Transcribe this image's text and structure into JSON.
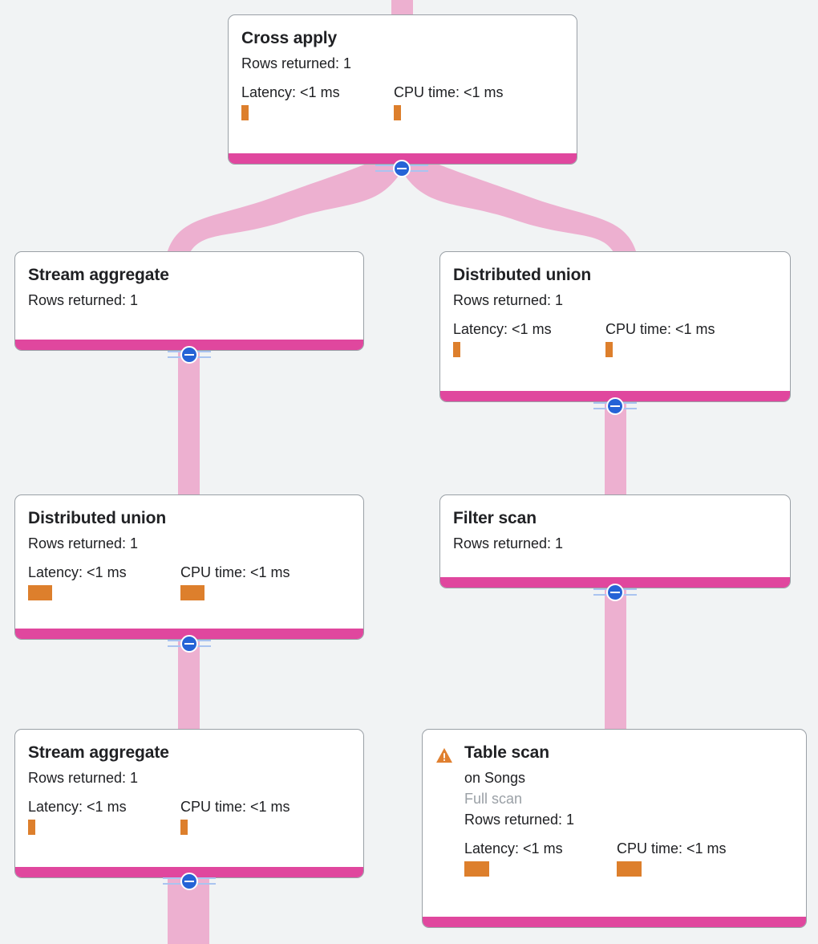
{
  "view": {
    "name": "query-execution-plan",
    "background_color": "#f1f3f4",
    "node_border_color": "#9aa0a6",
    "node_footer_color": "#e0479e",
    "edge_color": "#edb0d0",
    "metric_bar_color": "#dd7f2c",
    "toggle_color": "#2563d6",
    "warning_color": "#e08030"
  },
  "labels": {
    "rows_returned_prefix": "Rows returned:",
    "latency_prefix": "Latency:",
    "cpu_prefix": "CPU time:",
    "collapse_icon": "minus-circle-icon",
    "warning_icon": "warning-triangle-icon"
  },
  "nodes": [
    {
      "id": "cross-apply",
      "title": "Cross apply",
      "rows_returned": "Rows returned: 1",
      "latency": "Latency: <1 ms",
      "cpu_time": "CPU time: <1 ms",
      "latency_bar_width": 9,
      "cpu_bar_width": 9,
      "has_metrics": true,
      "has_warning": false,
      "subtitle": "",
      "detail": ""
    },
    {
      "id": "stream-aggregate-1",
      "title": "Stream aggregate",
      "rows_returned": "Rows returned: 1",
      "latency": "",
      "cpu_time": "",
      "latency_bar_width": 0,
      "cpu_bar_width": 0,
      "has_metrics": false,
      "has_warning": false,
      "subtitle": "",
      "detail": ""
    },
    {
      "id": "distributed-union-right",
      "title": "Distributed union",
      "rows_returned": "Rows returned: 1",
      "latency": "Latency: <1 ms",
      "cpu_time": "CPU time: <1 ms",
      "latency_bar_width": 9,
      "cpu_bar_width": 9,
      "has_metrics": true,
      "has_warning": false,
      "subtitle": "",
      "detail": ""
    },
    {
      "id": "distributed-union-left",
      "title": "Distributed union",
      "rows_returned": "Rows returned: 1",
      "latency": "Latency: <1 ms",
      "cpu_time": "CPU time: <1 ms",
      "latency_bar_width": 30,
      "cpu_bar_width": 30,
      "has_metrics": true,
      "has_warning": false,
      "subtitle": "",
      "detail": ""
    },
    {
      "id": "filter-scan",
      "title": "Filter scan",
      "rows_returned": "Rows returned: 1",
      "latency": "",
      "cpu_time": "",
      "latency_bar_width": 0,
      "cpu_bar_width": 0,
      "has_metrics": false,
      "has_warning": false,
      "subtitle": "",
      "detail": ""
    },
    {
      "id": "stream-aggregate-2",
      "title": "Stream aggregate",
      "rows_returned": "Rows returned: 1",
      "latency": "Latency: <1 ms",
      "cpu_time": "CPU time: <1 ms",
      "latency_bar_width": 9,
      "cpu_bar_width": 9,
      "has_metrics": true,
      "has_warning": false,
      "subtitle": "",
      "detail": ""
    },
    {
      "id": "table-scan",
      "title": "Table scan",
      "rows_returned": "Rows returned: 1",
      "latency": "Latency: <1 ms",
      "cpu_time": "CPU time: <1 ms",
      "latency_bar_width": 31,
      "cpu_bar_width": 31,
      "has_metrics": true,
      "has_warning": true,
      "subtitle": "on Songs",
      "detail": "Full scan"
    }
  ]
}
